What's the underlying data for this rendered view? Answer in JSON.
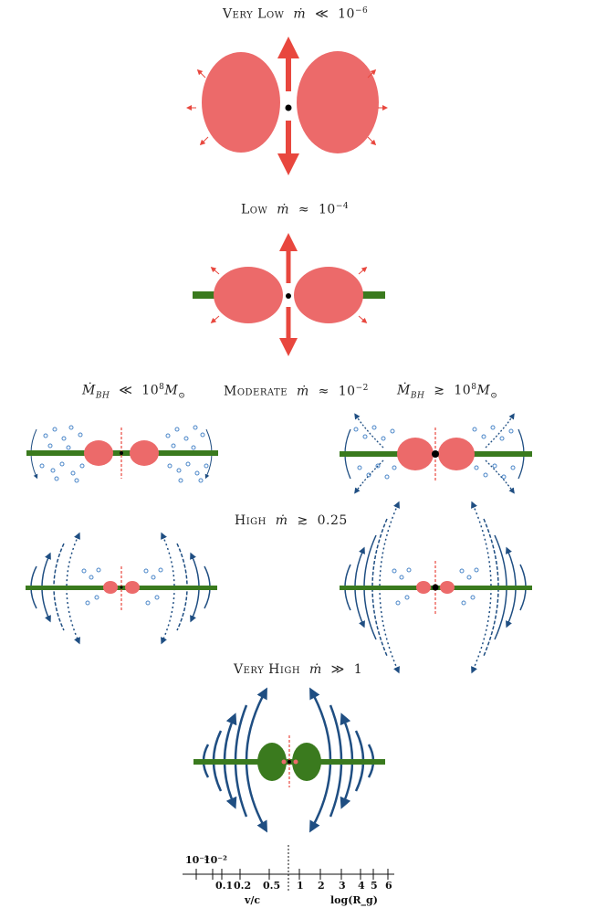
{
  "regimes": [
    {
      "name": "Very Low",
      "symbol": "ṁ",
      "relation": "≪",
      "value": "10",
      "exponent": "−6"
    },
    {
      "name": "Low",
      "symbol": "ṁ",
      "relation": "≈",
      "value": "10",
      "exponent": "−4"
    },
    {
      "name": "Moderate",
      "symbol": "ṁ",
      "relation": "≈",
      "value": "10",
      "exponent": "−2"
    },
    {
      "name": "High",
      "symbol": "ṁ",
      "relation": "≳",
      "value": "0.25",
      "exponent": ""
    },
    {
      "name": "Very High",
      "symbol": "ṁ",
      "relation": "≫",
      "value": "1",
      "exponent": ""
    }
  ],
  "mass_labels": {
    "left": {
      "symbol": "Ṁ",
      "sub": "BH",
      "relation": "≪",
      "value": "10",
      "exp": "8",
      "unit": "M",
      "unit_sub": "⊙"
    },
    "right": {
      "symbol": "Ṁ",
      "sub": "BH",
      "relation": "≳",
      "value": "10",
      "exp": "8",
      "unit": "M",
      "unit_sub": "⊙"
    }
  },
  "scale": {
    "vc_top_labels": [
      "10⁻³",
      "10⁻²"
    ],
    "vc_bottom_labels": [
      "0.1",
      "0.2",
      "0.5"
    ],
    "vc_axis_label": "v/c",
    "r_labels": [
      "1",
      "2",
      "3",
      "4",
      "5",
      "6"
    ],
    "r_axis_label": "log(R_g)"
  },
  "colors": {
    "torus": "#ec6a6a",
    "jet": "#e8473e",
    "disk": "#3a7a1e",
    "wind": "#1f4e82",
    "clump": "#4a86c8",
    "black_hole": "#000000"
  }
}
